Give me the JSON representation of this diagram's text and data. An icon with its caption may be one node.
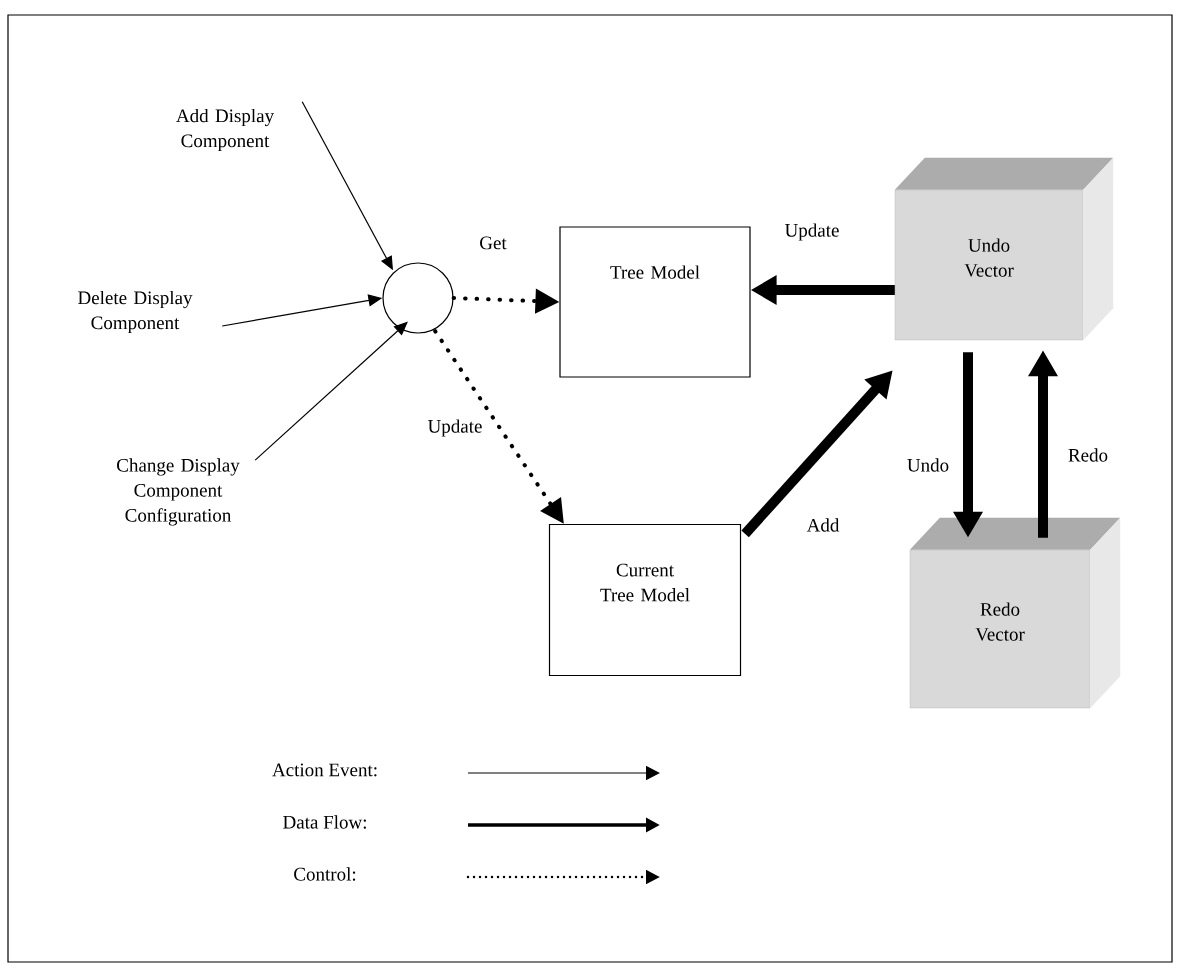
{
  "diagram": {
    "nodes": [
      {
        "text": [
          "Add Display Component"
        ]
      },
      {
        "text": [
          "Delete Display Component"
        ]
      },
      {
        "text": [
          "Change Display Component Configuration"
        ]
      },
      {
        "text": [],
        "shape": "circle"
      },
      {
        "text": [
          "Tree Model"
        ]
      },
      {
        "text": [
          "Current Tree Model"
        ]
      },
      {
        "text": [
          "Undo Vector"
        ]
      },
      {
        "text": [
          "Redo Vector"
        ]
      }
    ],
    "edges": [
      {
        "from": 0,
        "to": 3,
        "arrow": "to"
      },
      {
        "from": 1,
        "to": 3,
        "arrow": "to"
      },
      {
        "from": 2,
        "to": 3,
        "arrow": "to"
      },
      {
        "from": 3,
        "to": 4,
        "arrow": "to",
        "label": "Get",
        "style": "dashed"
      },
      {
        "from": 3,
        "to": 5,
        "arrow": "to",
        "label": "Update",
        "style": "dashed"
      },
      {
        "from": 6,
        "to": 4,
        "arrow": "to",
        "label": "Update",
        "style": "thick"
      },
      {
        "from": 5,
        "to": 6,
        "arrow": "to",
        "label": "Add",
        "style": "thick"
      },
      {
        "from": 6,
        "to": 7,
        "arrow": "to",
        "label": "Undo",
        "style": "thick"
      },
      {
        "from": 7,
        "to": 6,
        "arrow": "to",
        "label": "Redo",
        "style": "thick"
      }
    ],
    "legend": [
      {
        "text": "Action Event:"
      },
      {
        "text": "Data Flow:"
      },
      {
        "text": "Control:"
      }
    ]
  }
}
